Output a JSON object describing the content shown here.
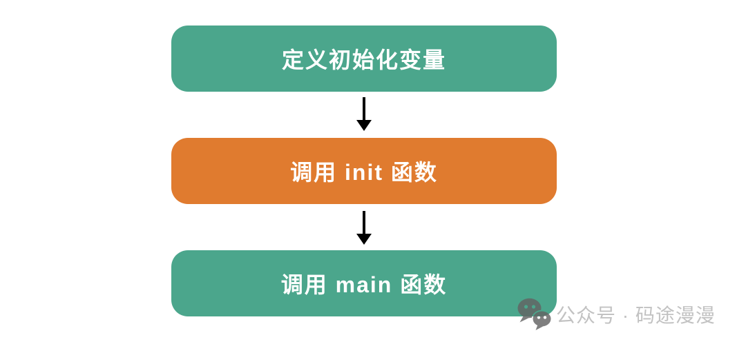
{
  "page": {
    "background": "#ffffff"
  },
  "flowchart": {
    "type": "vertical-flow",
    "nodes": [
      {
        "label": "定义初始化变量",
        "fill": "#4BA68C",
        "text_color": "#ffffff"
      },
      {
        "label": "调用 init 函数",
        "fill": "#E07B2F",
        "text_color": "#ffffff"
      },
      {
        "label": "调用 main 函数",
        "fill": "#4BA68C",
        "text_color": "#ffffff"
      }
    ],
    "connections": [
      {
        "from": 0,
        "to": 1
      },
      {
        "from": 1,
        "to": 2
      }
    ],
    "arrow_color": "#000000"
  },
  "watermark": {
    "icon": "wechat-icon",
    "label": "公众号 · 码途漫漫",
    "text_color": "#C2C2C2",
    "icon_color": "#636363"
  }
}
